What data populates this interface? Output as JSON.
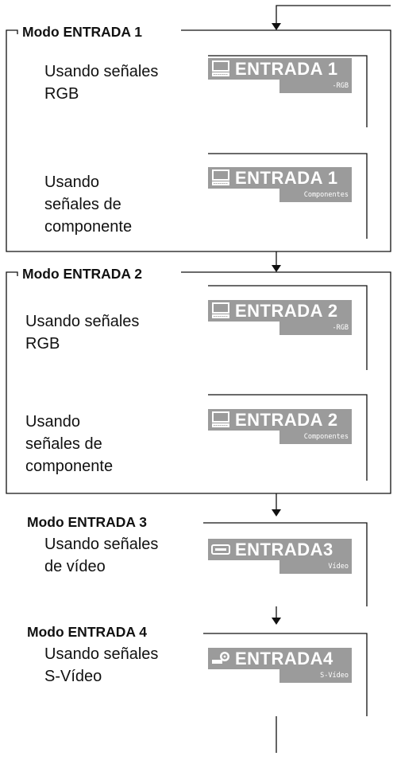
{
  "modes": [
    {
      "title": "Modo ENTRADA 1",
      "signals": [
        {
          "lines": [
            "Usando señales",
            "RGB"
          ],
          "label": "ENTRADA 1",
          "sub": "-RGB",
          "icon": "computer-icon"
        },
        {
          "lines": [
            "Usando",
            "señales de",
            "componente"
          ],
          "label": "ENTRADA 1",
          "sub": "Componentes",
          "icon": "computer-icon"
        }
      ]
    },
    {
      "title": "Modo ENTRADA 2",
      "signals": [
        {
          "lines": [
            "Usando señales",
            "RGB"
          ],
          "label": "ENTRADA 2",
          "sub": "-RGB",
          "icon": "computer-icon"
        },
        {
          "lines": [
            "Usando",
            "señales de",
            "componente"
          ],
          "label": "ENTRADA 2",
          "sub": "Componentes",
          "icon": "computer-icon"
        }
      ]
    },
    {
      "title": "Modo ENTRADA 3",
      "signals": [
        {
          "lines": [
            "Usando señales",
            "de vídeo"
          ],
          "label": "ENTRADA3",
          "sub": "Vídeo",
          "icon": "video-icon"
        }
      ]
    },
    {
      "title": "Modo ENTRADA 4",
      "signals": [
        {
          "lines": [
            "Usando señales",
            "S-Vídeo"
          ],
          "label": "ENTRADA4",
          "sub": "S-Vídeo",
          "icon": "s-video-icon"
        }
      ]
    }
  ]
}
